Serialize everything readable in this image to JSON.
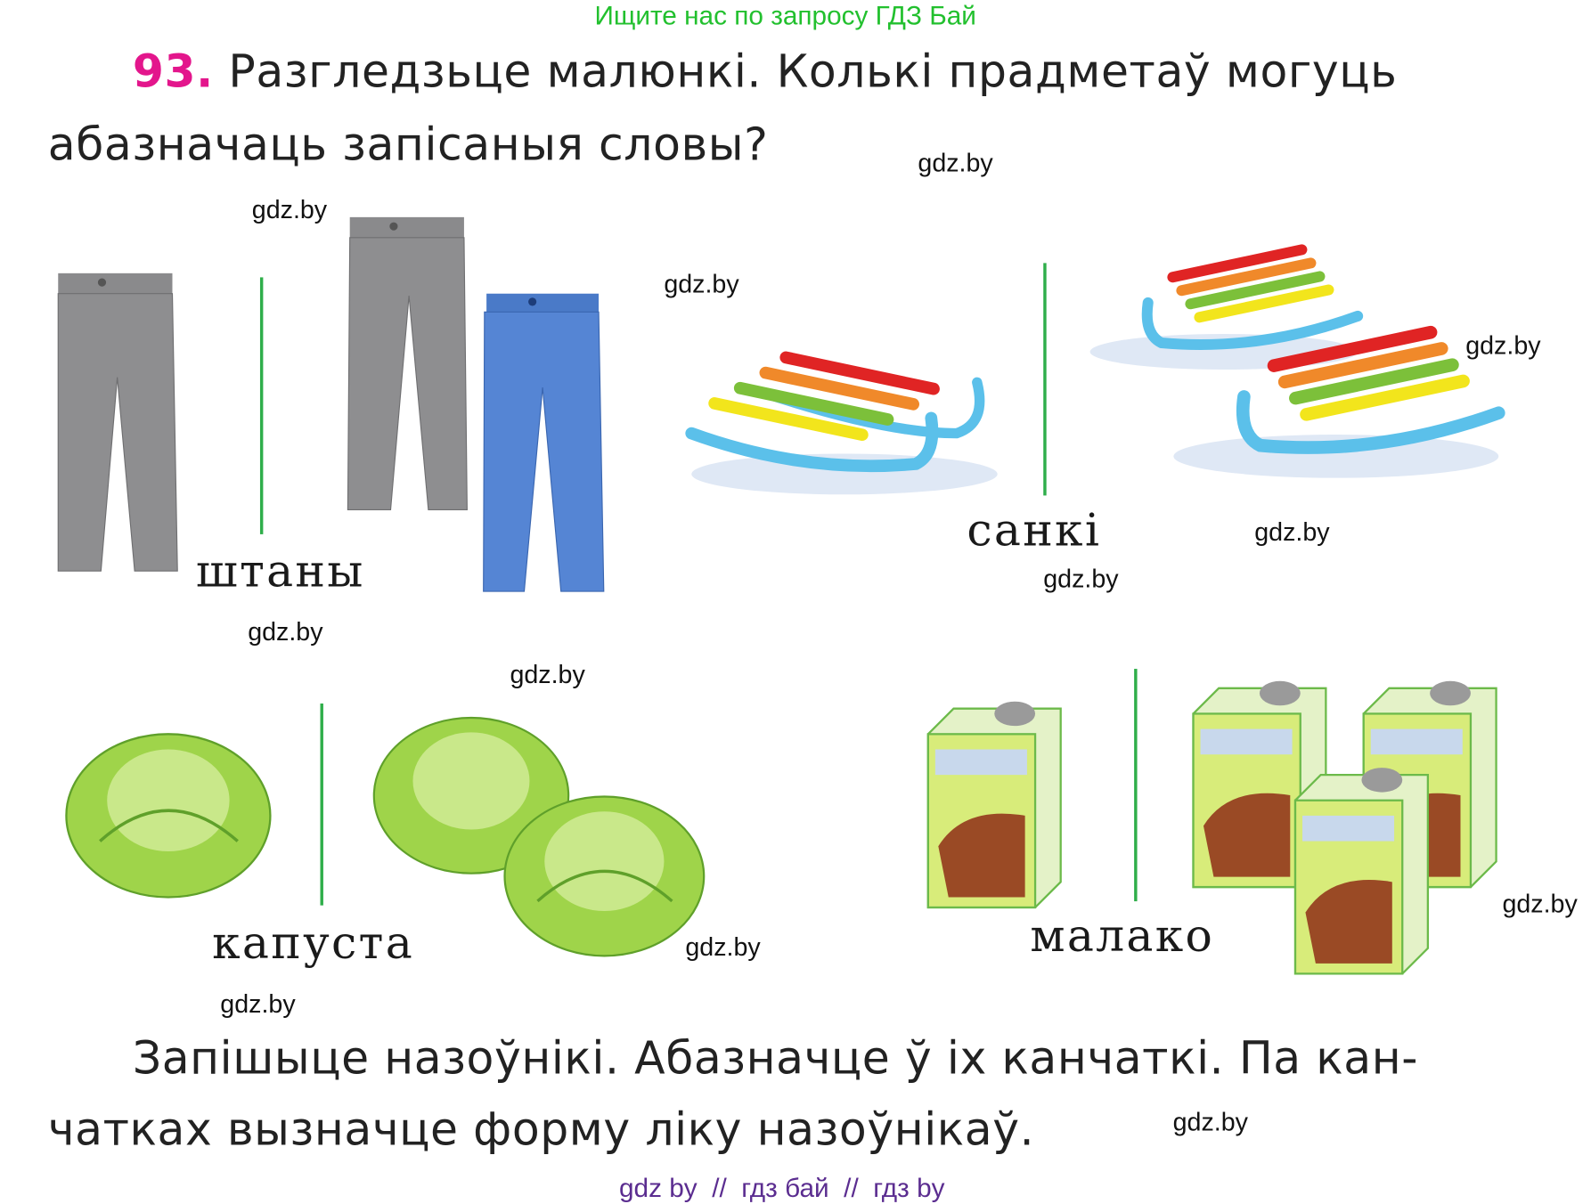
{
  "header": {
    "search_hint": "Ищите нас по запросу ГДЗ Бай",
    "search_hint_color": "#22c02e"
  },
  "task": {
    "number": "93.",
    "number_color": "#e3168c",
    "line1": "Разгледзьце малюнкі. Колькі прадметаў могуць",
    "line2": "абазначаць запісаныя словы?"
  },
  "pictures": [
    {
      "word": "штаны",
      "single": "pants-gray",
      "plural": [
        "pants-gray",
        "pants-blue"
      ]
    },
    {
      "word": "санкі",
      "single": "sled",
      "plural": [
        "sled",
        "sled"
      ]
    },
    {
      "word": "капуста",
      "single": "cabbage",
      "plural": [
        "cabbage",
        "cabbage"
      ]
    },
    {
      "word": "малако",
      "single": "milk-carton",
      "plural": [
        "milk-carton",
        "milk-carton",
        "milk-carton"
      ]
    }
  ],
  "instruction": {
    "line1": "Запішыце назоўнікі. Абазначце ў іх канчаткі. Па кан-",
    "line2": "чатках вызначце форму ліку назоўнікаў."
  },
  "watermarks": [
    "gdz.by",
    "gdz.by",
    "gdz.by",
    "gdz.by",
    "gdz.by",
    "gdz.by",
    "gdz.by",
    "gdz.by",
    "gdz.by",
    "gdz.by",
    "gdz.by",
    "gdz.by"
  ],
  "footer": {
    "text": "gdz by  //  гдз бай  //  гдз by",
    "color": "#5b2d90"
  },
  "colors": {
    "divider": "#2fae4a",
    "pants_gray": "#8e8e90",
    "pants_blue": "#4f7fd0",
    "sled_runner": "#5bc0ea",
    "cabbage": "#9fd44a",
    "carton": "#c8e05a",
    "cow": "#9a4a25"
  }
}
